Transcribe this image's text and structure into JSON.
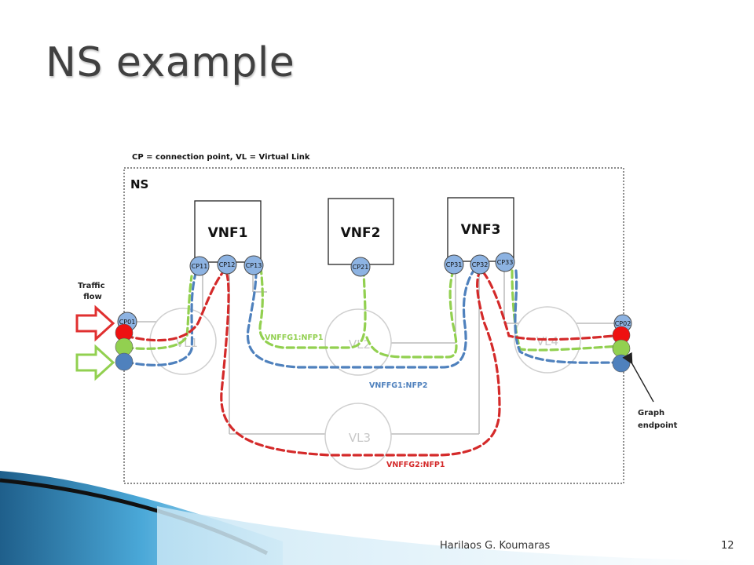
{
  "slide": {
    "title": "NS example",
    "footer_author": "Harilaos G. Koumaras",
    "page_number": "12"
  },
  "diagram": {
    "legend": "CP = connection point, VL = Virtual Link",
    "ns_label": "NS",
    "vnfs": [
      "VNF1",
      "VNF2",
      "VNF3"
    ],
    "connection_points": [
      "CP01",
      "CP02",
      "CP11",
      "CP12",
      "CP13",
      "CP21",
      "CP31",
      "CP32",
      "CP33"
    ],
    "virtual_links": [
      "VL1",
      "VL2",
      "VL3",
      "VL4"
    ],
    "paths": [
      {
        "label": "VNFFG1:NFP1",
        "color": "#92d050"
      },
      {
        "label": "VNFFG1:NFP2",
        "color": "#4f81bd"
      },
      {
        "label": "VNFFG2:NFP1",
        "color": "#d42a2a"
      }
    ],
    "traffic_flow_label": [
      "Traffic",
      "flow"
    ],
    "graph_endpoint_label": [
      "Graph",
      "endpoint"
    ]
  }
}
